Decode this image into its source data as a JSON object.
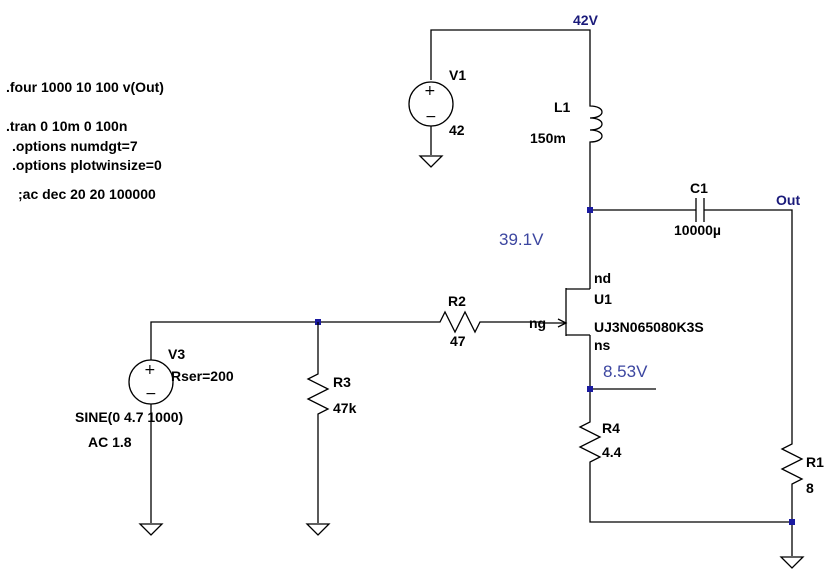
{
  "directives": {
    "four": ".four 1000 10 100 v(Out)",
    "tran": ".tran 0 10m 0 100n",
    "numdgt": ".options numdgt=7",
    "plotwinsize": ".options plotwinsize=0",
    "ac": ";ac dec 20 20 100000"
  },
  "nets": {
    "supply_label": "42V",
    "out_label": "Out",
    "gate_label": "ng"
  },
  "components": {
    "v1": {
      "name": "V1",
      "value": "42"
    },
    "l1": {
      "name": "L1",
      "value": "150m"
    },
    "c1": {
      "name": "C1",
      "value": "10000µ"
    },
    "u1": {
      "name": "U1",
      "model": "UJ3N065080K3S",
      "drain": "nd",
      "source": "ns"
    },
    "r2": {
      "name": "R2",
      "value": "47"
    },
    "r3": {
      "name": "R3",
      "value": "47k"
    },
    "r4": {
      "name": "R4",
      "value": "4.4"
    },
    "r1": {
      "name": "R1",
      "value": "8"
    },
    "v3": {
      "name": "V3",
      "rser": "Rser=200",
      "sine": "SINE(0 4.7 1000)",
      "ac": "AC 1.8"
    }
  },
  "probes": {
    "drain_voltage": "39.1V",
    "source_voltage": "8.53V"
  },
  "colors": {
    "wire": "#000000",
    "junction": "#1a1aa0",
    "net_label": "#1a1a7a",
    "probe_label": "#3c46a0"
  }
}
